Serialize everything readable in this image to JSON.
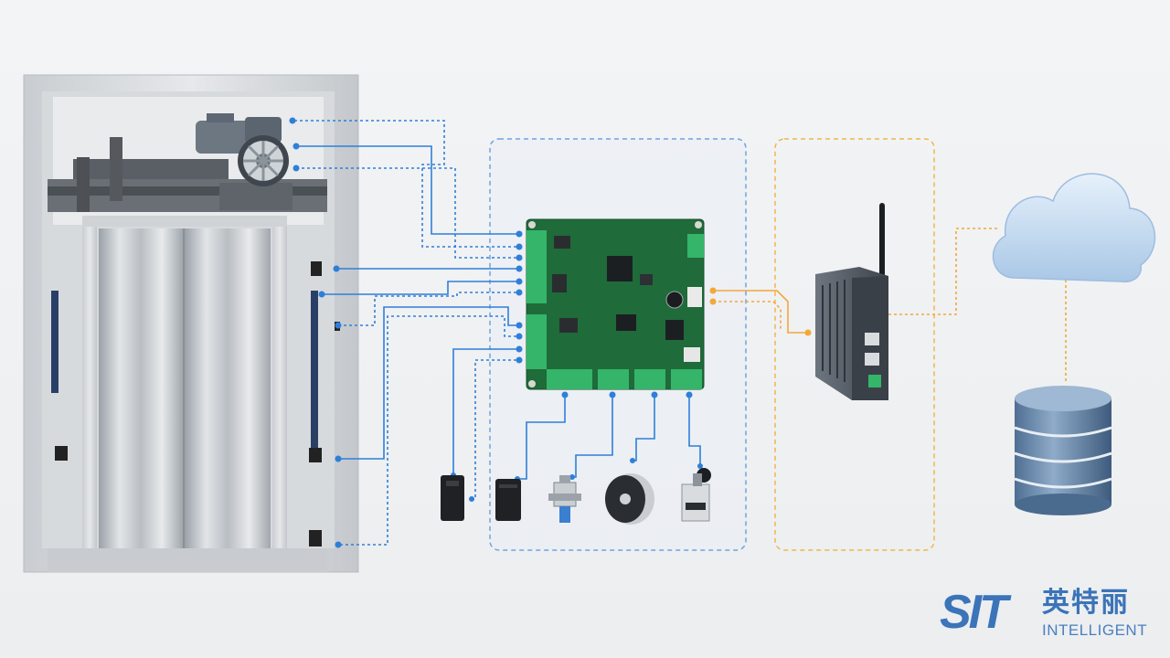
{
  "brand": {
    "logo_text": "SIT",
    "name_cn": "英特丽",
    "name_en": "INTELLIGENT"
  },
  "colors": {
    "signal_blue": "#2f7fd8",
    "data_orange": "#f2a83a",
    "pcb_green": "#1f6b3a",
    "terminal_green": "#34b56a",
    "brand_blue": "#3b74b8"
  },
  "components": {
    "elevator": "elevator-car-doors",
    "motor": "traction-motor",
    "controller": "controller-pcb",
    "gateway": "iot-gateway",
    "cloud": "cloud-icon",
    "database": "database-icon",
    "sensors": [
      "photoelectric-sensor",
      "photoelectric-sensor",
      "proximity-sensor",
      "encoder",
      "limit-switch"
    ]
  }
}
